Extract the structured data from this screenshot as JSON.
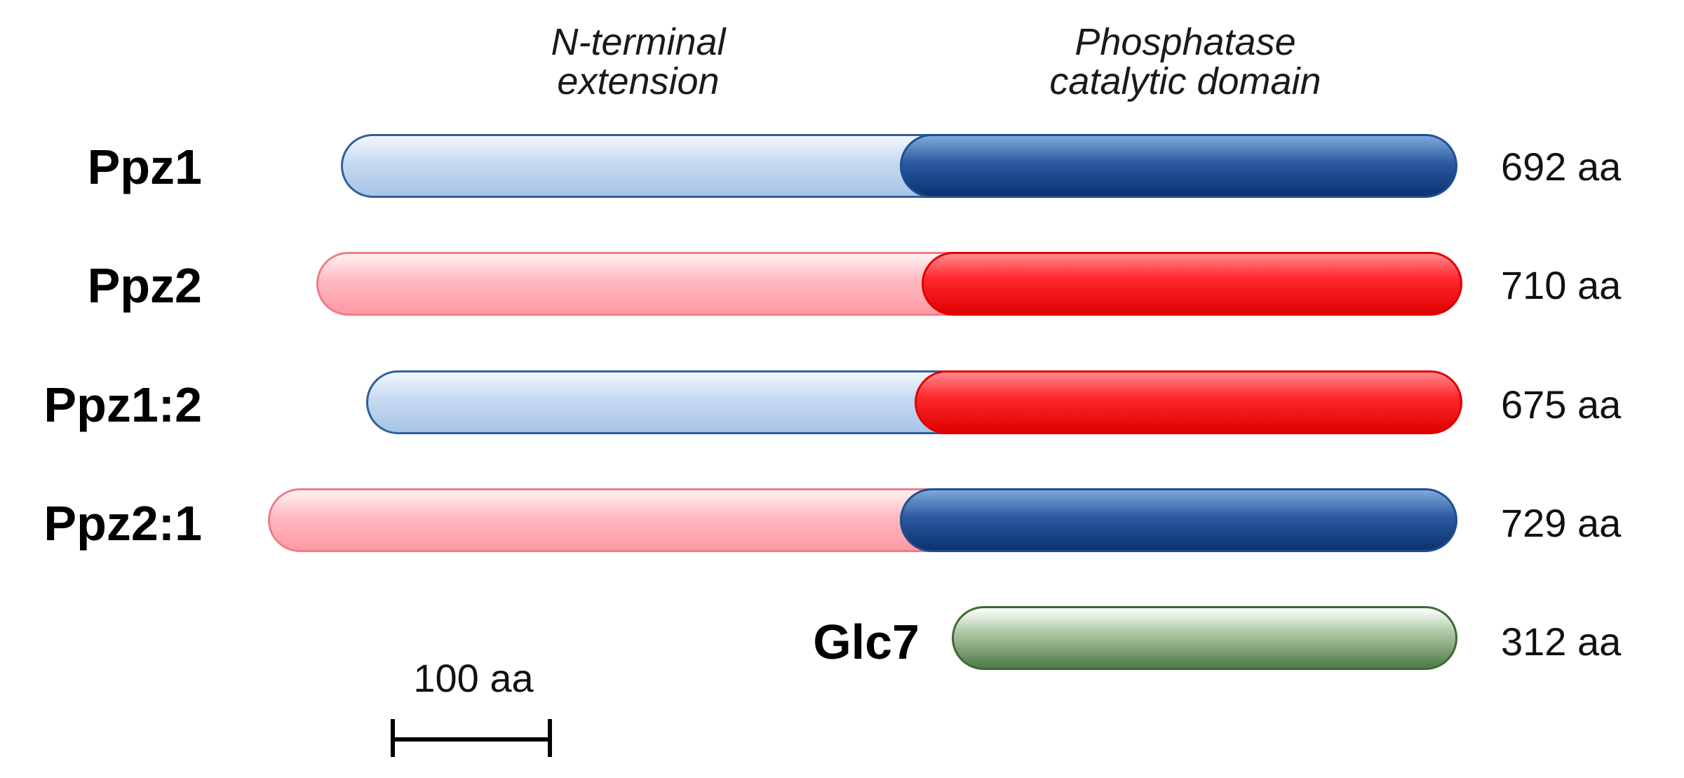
{
  "headers": {
    "n_terminal": [
      "N-terminal",
      "extension"
    ],
    "catalytic": [
      "Phosphatase",
      "catalytic domain"
    ]
  },
  "constructs": [
    {
      "name": "Ppz1",
      "length": "692 aa",
      "extension_color": "blue",
      "catalytic_color": "blue"
    },
    {
      "name": "Ppz2",
      "length": "710 aa",
      "extension_color": "red",
      "catalytic_color": "red"
    },
    {
      "name": "Ppz1:2",
      "length": "675 aa",
      "extension_color": "blue",
      "catalytic_color": "red"
    },
    {
      "name": "Ppz2:1",
      "length": "729 aa",
      "extension_color": "red",
      "catalytic_color": "blue"
    },
    {
      "name": "Glc7",
      "length": "312 aa",
      "extension_color": null,
      "catalytic_color": "green"
    }
  ],
  "scale_bar": {
    "label": "100 aa"
  },
  "colors": {
    "blue_dark": "#0b336f",
    "blue_light": "#c6d9f1",
    "red": "#ff0000",
    "red_light": "#ffb9c0",
    "green": "#3a6b32"
  }
}
